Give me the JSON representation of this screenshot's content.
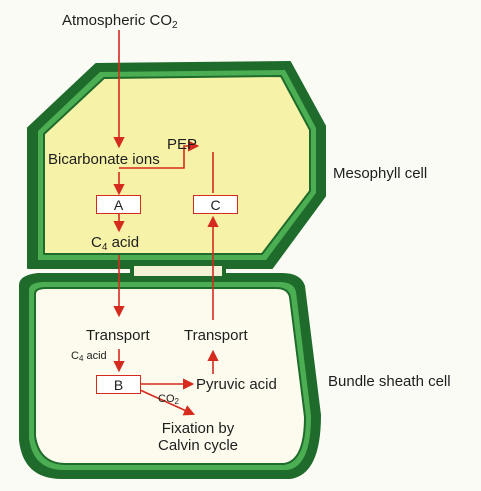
{
  "labels": {
    "atmospheric_co2": "Atmospheric CO",
    "co2_subscript": "2",
    "pep": "PEP",
    "bicarbonate_ions": "Bicarbonate ions",
    "c4_acid_c": "C",
    "c4_acid_subscript": "4",
    "c4_acid_word": " acid",
    "transport_left": "Transport",
    "transport_right": "Transport",
    "c4_acid_small": "C",
    "c4_acid_small_subscript": "4",
    "c4_acid_small_word": " acid",
    "pyruvic_acid": "Pyruvic acid",
    "co2_small": "CO",
    "co2_small_subscript": "2",
    "fixation_line1": "Fixation by",
    "fixation_line2": "Calvin cycle",
    "mesophyll_cell": "Mesophyll cell",
    "bundle_sheath_cell": "Bundle sheath cell"
  },
  "boxes": {
    "a": "A",
    "b": "B",
    "c": "C"
  },
  "colors": {
    "cell_wall_dark": "#1f6b2c",
    "cell_wall_light": "#4cae52",
    "mesophyll_fill": "#f6f3a8",
    "bundle_fill": "#fdfbee",
    "arrow": "#d52b1e"
  }
}
